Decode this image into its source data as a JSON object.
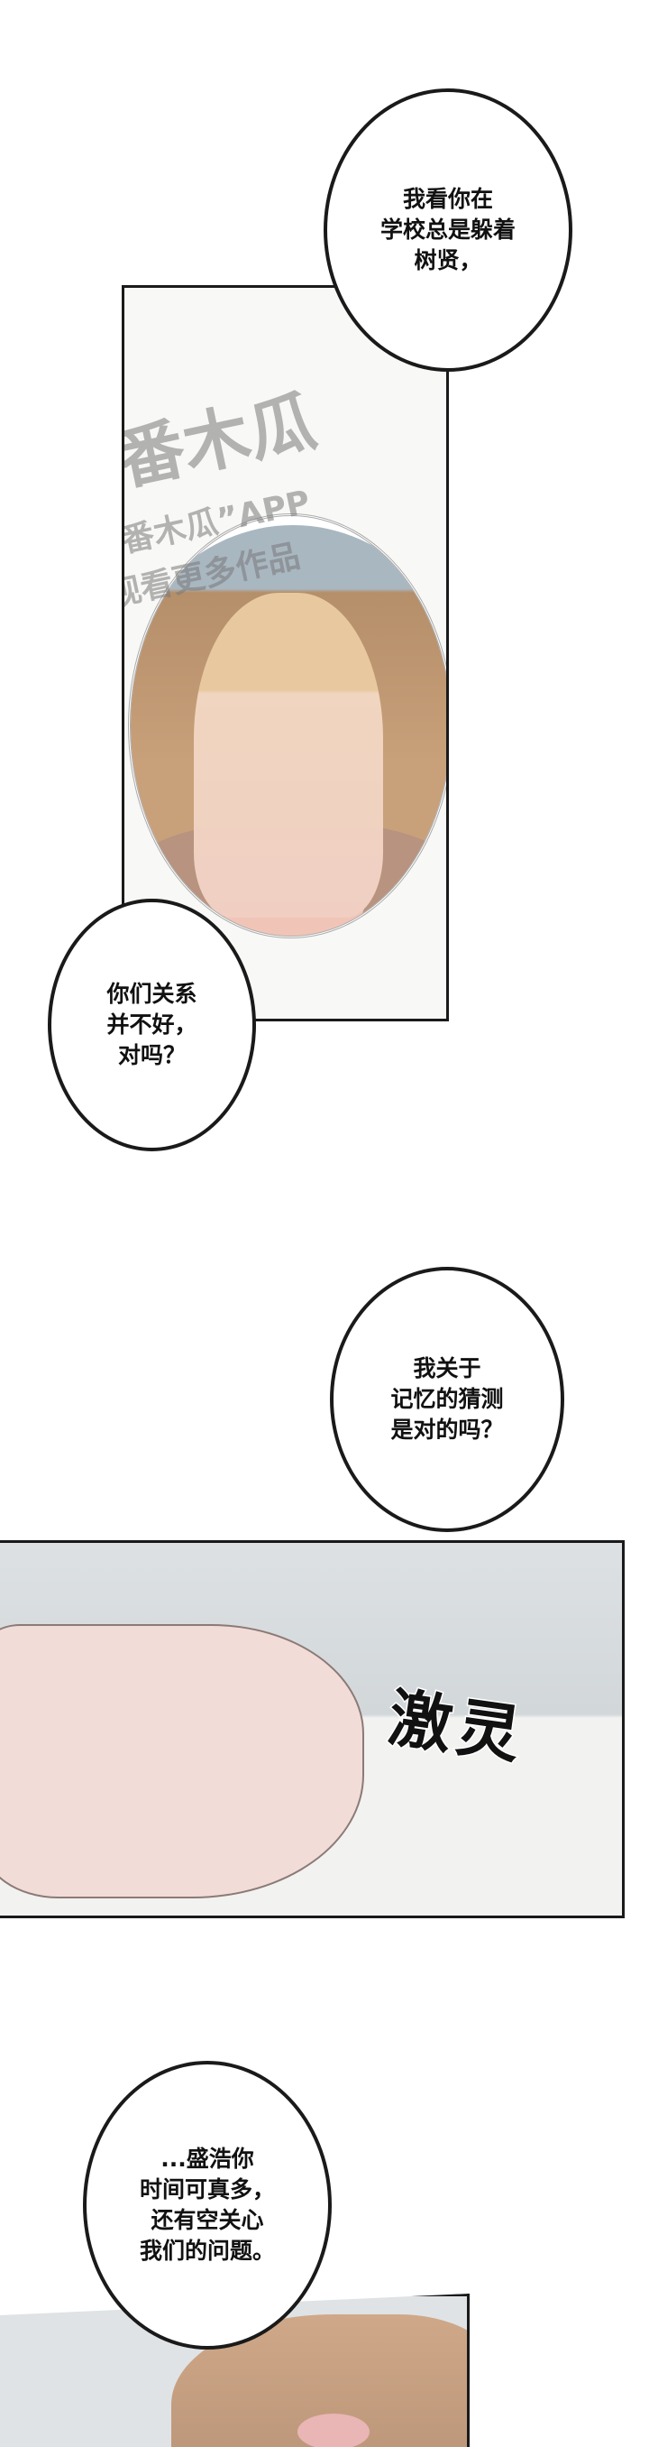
{
  "bubbles": [
    {
      "text": "我看你在\n学校总是躲着\n树贤，"
    },
    {
      "text": "你们关系\n并不好，\n对吗？"
    },
    {
      "text": "我关于\n记忆的猜测\n是对的吗？"
    },
    {
      "text": "...盛浩你\n时间可真多，\n还有空关心\n我们的问题。"
    }
  ],
  "sound_effect": "激灵",
  "watermark": {
    "logo_text": "番木瓜",
    "line1": "下载“番木瓜”APP",
    "line2": "观看更多作品"
  }
}
